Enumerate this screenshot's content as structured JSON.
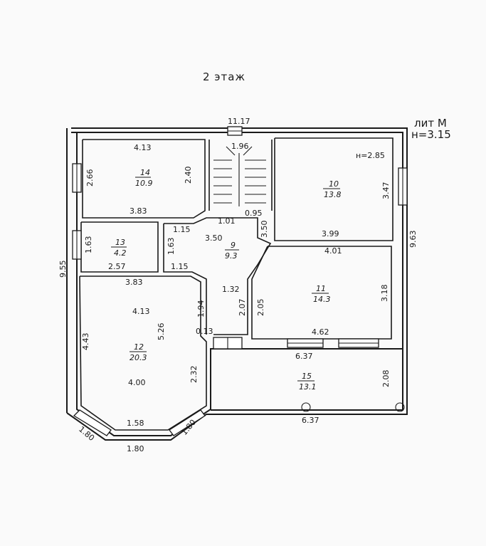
{
  "title": "2 этаж",
  "lit": "лит М",
  "height_label": "н=3.15",
  "room10_height": "н=2.85",
  "rooms": [
    {
      "num": "14",
      "area": "10.9"
    },
    {
      "num": "10",
      "area": "13.8"
    },
    {
      "num": "13",
      "area": "4.2"
    },
    {
      "num": "9",
      "area": "9.3"
    },
    {
      "num": "11",
      "area": "14.3"
    },
    {
      "num": "12",
      "area": "20.3"
    },
    {
      "num": "15",
      "area": "13.1"
    }
  ],
  "dims": {
    "top_total": "11.17",
    "right_total": "9.63",
    "left_total": "9.55",
    "stair_width": "1.96",
    "r14_top": "4.13",
    "r14_left": "2.66",
    "r14_right": "2.40",
    "r14_bottom": "3.83",
    "r10_right": "3.47",
    "r10_bottom": "3.99",
    "r9_101": "1.01",
    "r9_095": "0.95",
    "r9_350v": "3.50",
    "r9_350h": "3.50",
    "r9_115a": "1.15",
    "r9_115b": "1.15",
    "r9_163": "1.63",
    "r9_132": "1.32",
    "r9_207": "2.07",
    "r9_205": "2.05",
    "r13_163": "1.63",
    "r13_257": "2.57",
    "r11_401": "4.01",
    "r11_318": "3.18",
    "r11_462": "4.62",
    "r12_383": "3.83",
    "r12_413": "4.13",
    "r12_526": "5.26",
    "r12_194": "1.94",
    "r12_013": "0.13",
    "r12_443": "4.43",
    "r12_232": "2.32",
    "r12_400": "4.00",
    "r12_158": "1.58",
    "bay_180a": "1.80",
    "bay_180b": "1.80",
    "bay_180c": "1.80",
    "r15_637": "6.37",
    "r15_208": "2.08",
    "bottom_637": "6.37"
  }
}
